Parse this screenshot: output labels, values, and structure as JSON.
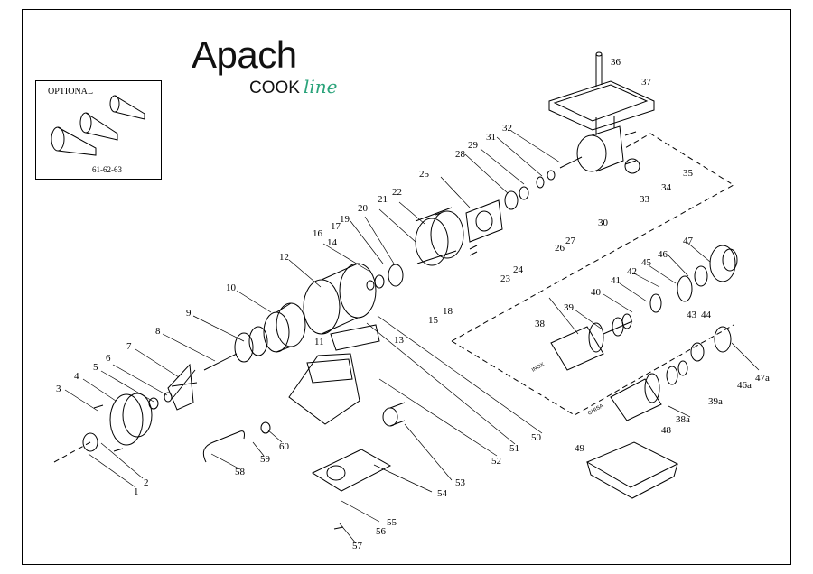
{
  "brand": {
    "name": "Apach",
    "sub_cook": "COOK",
    "sub_line": "line",
    "accent_color": "#2aa37a"
  },
  "optional_box": {
    "title": "OPTIONAL",
    "codes": "61-62-63"
  },
  "plate_markings": {
    "inox": "INOX",
    "ghisa": "GHISA"
  },
  "part_labels": [
    "1",
    "2",
    "3",
    "4",
    "5",
    "6",
    "7",
    "8",
    "9",
    "10",
    "11",
    "12",
    "13",
    "14",
    "15",
    "16",
    "17",
    "18",
    "19",
    "20",
    "21",
    "22",
    "23",
    "24",
    "25",
    "26",
    "27",
    "28",
    "29",
    "30",
    "31",
    "32",
    "33",
    "34",
    "35",
    "36",
    "37",
    "38",
    "38a",
    "39",
    "39a",
    "40",
    "41",
    "42",
    "43",
    "44",
    "45",
    "46",
    "46a",
    "47",
    "47a",
    "48",
    "49",
    "50",
    "51",
    "52",
    "53",
    "54",
    "55",
    "56",
    "57",
    "58",
    "59",
    "60"
  ]
}
